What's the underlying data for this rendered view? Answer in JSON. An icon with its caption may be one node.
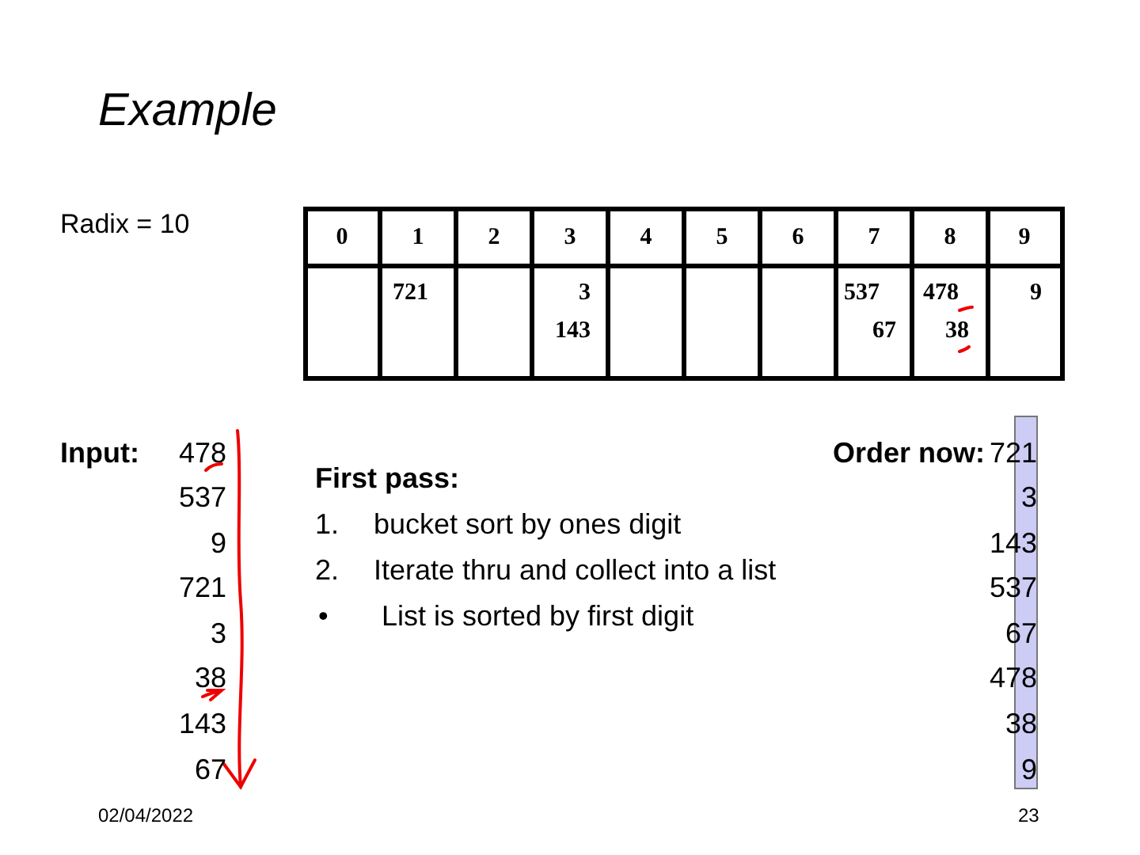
{
  "diagram": {
    "title": "Example",
    "labels": [
      "Radix = 10",
      "0",
      "1",
      "2",
      "3",
      "4",
      "5",
      "6",
      "7",
      "8",
      "9",
      "721",
      "3",
      "143",
      "537",
      "67",
      "478",
      "38",
      "9",
      "Input:",
      "478",
      "537",
      "9",
      "721",
      "3",
      "38",
      "143",
      "67",
      "First pass:",
      "1.",
      "bucket sort by ones digit",
      "2.",
      "Iterate thru and collect into a list",
      "•",
      "List is sorted by first digit",
      "Order now:",
      "721",
      "3",
      "143",
      "537",
      "67",
      "478",
      "38",
      "9",
      "02/04/2022",
      "23"
    ]
  }
}
